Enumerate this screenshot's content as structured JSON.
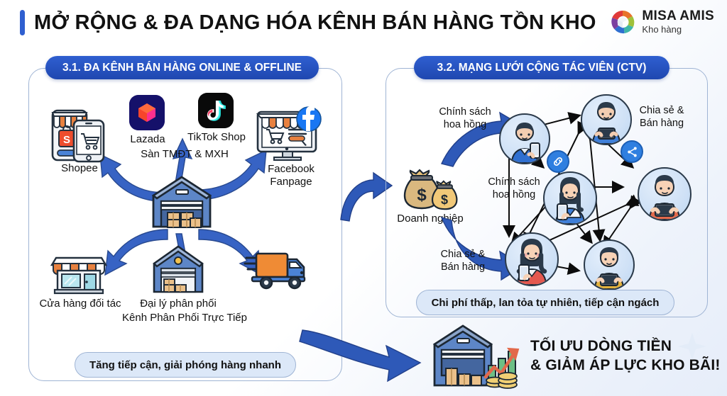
{
  "header": {
    "title": "MỞ RỘNG & ĐA DẠNG HÓA KÊNH BÁN HÀNG TỒN KHO",
    "logo_line1": "MISA AMIS",
    "logo_line2": "Kho hàng",
    "accent_color": "#2f5fd0"
  },
  "panel_left": {
    "badge": "3.1. ĐA KÊNH BÁN HÀNG ONLINE & OFFLINE",
    "footer_pill": "Tăng tiếp cận, giải phóng hàng nhanh",
    "channels": [
      {
        "label": "Shopee",
        "icon": "shopee-mobile-store-icon"
      },
      {
        "label": "Lazada",
        "icon": "lazada-app-icon"
      },
      {
        "label": "TikTok Shop",
        "icon": "tiktok-app-icon"
      },
      {
        "label": "Facebook\nFanpage",
        "icon": "facebook-desktop-store-icon"
      },
      {
        "label": "Cửa hàng đối tác",
        "icon": "storefront-icon"
      },
      {
        "label": "Đại lý phân phối",
        "icon": "warehouse-icon"
      },
      {
        "label": "",
        "icon": "delivery-truck-icon"
      }
    ],
    "group_online_label": "Sàn TMĐT & MXH",
    "group_offline_label": "Kênh Phân Phối Trực Tiếp",
    "center_node": "warehouse-stock-icon",
    "labels": {
      "shopee": "Shopee",
      "lazada": "Lazada",
      "tiktok": "TikTok Shop",
      "facebook_l1": "Facebook",
      "facebook_l2": "Fanpage",
      "partner_store": "Cửa hàng đối tác",
      "distributor": "Đại lý phân phối"
    }
  },
  "panel_right": {
    "badge": "3.2. MẠNG LƯỚI CỘNG TÁC VIÊN (CTV)",
    "footer_pill": "Chi phí thấp, lan tỏa tự nhiên, tiếp cận ngách",
    "business_label": "Doanh nghiệp",
    "annotations": [
      {
        "id": "commission-top",
        "line1": "Chính sách",
        "line2": "hoa hồng"
      },
      {
        "id": "commission-mid",
        "line1": "Chính sách",
        "line2": "hoa hồng"
      },
      {
        "id": "share-sell-top",
        "line1": "Chia sẻ &",
        "line2": "Bán hàng"
      },
      {
        "id": "share-sell-bottom",
        "line1": "Chia sẻ &",
        "line2": "Bán hàng"
      }
    ],
    "nodes": [
      {
        "id": "ctv-1",
        "icon": "person-phone-blue-icon"
      },
      {
        "id": "ctv-2",
        "icon": "person-tablet-blue-icon"
      },
      {
        "id": "ctv-3",
        "icon": "woman-phone-blue-icon"
      },
      {
        "id": "ctv-4",
        "icon": "person-tablet-orange-icon"
      },
      {
        "id": "ctv-5",
        "icon": "woman-phone-red-icon"
      },
      {
        "id": "ctv-6",
        "icon": "person-tablet-yellow-icon"
      }
    ],
    "badges": [
      {
        "id": "link-badge",
        "icon": "link-icon"
      },
      {
        "id": "share-badge",
        "icon": "share-nodes-icon"
      }
    ]
  },
  "outcome": {
    "icon": "warehouse-growth-chart-icon",
    "line1": "TỐI ƯU DÒNG TIỀN",
    "line2": "& GIẢM ÁP LỰC KHO BÃI!"
  }
}
